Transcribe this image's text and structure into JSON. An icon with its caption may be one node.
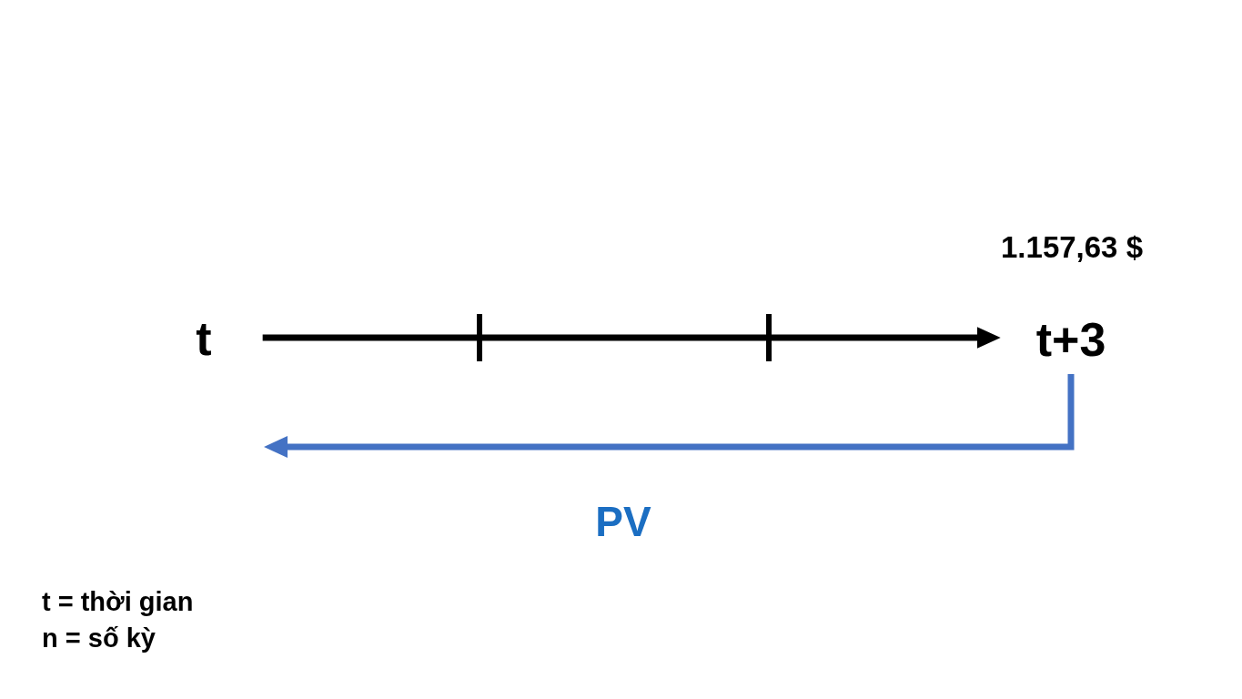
{
  "diagram": {
    "nodes": [
      {
        "text": [
          "t"
        ]
      },
      {
        "text": [
          "t+3"
        ],
        "beside": [
          "1.157,63 $"
        ]
      }
    ],
    "edges": [
      {
        "from": 0,
        "to": 1,
        "arrow": "to"
      },
      {
        "from": 1,
        "to": null,
        "arrow": "to",
        "label": "PV",
        "color": "#4472c4"
      }
    ],
    "labels": [
      "t = thời gian",
      "n = số kỳ"
    ]
  }
}
